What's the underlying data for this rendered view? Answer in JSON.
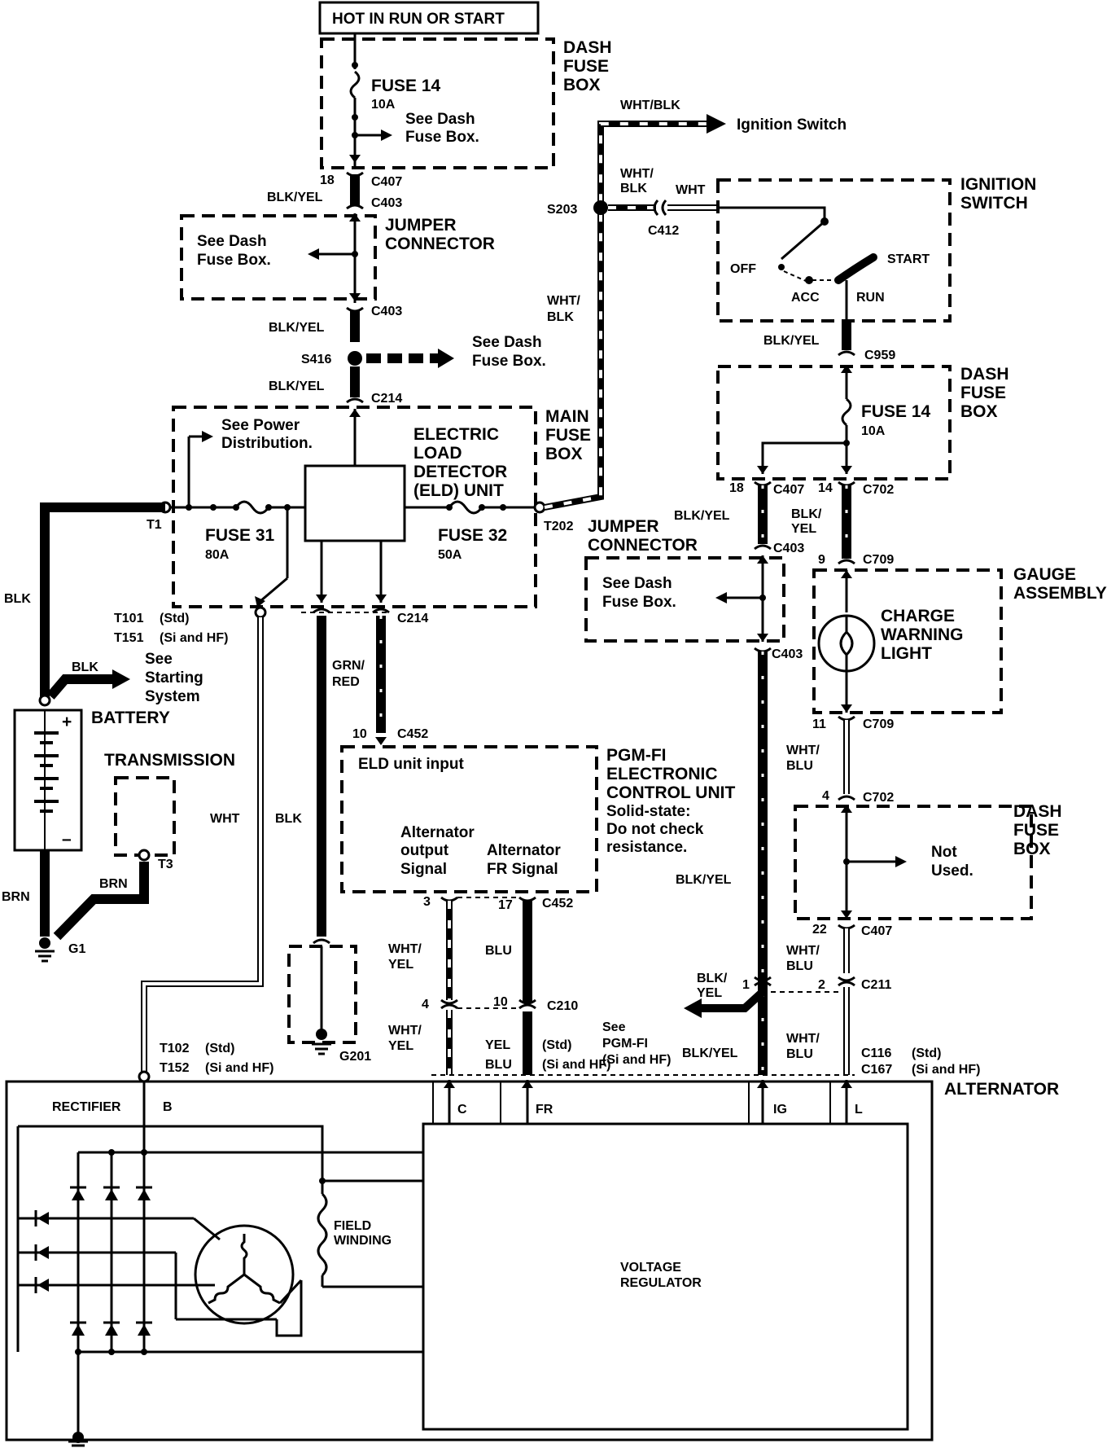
{
  "header": {
    "hot_label": "HOT IN RUN OR START"
  },
  "labels": {
    "dash_fuse_box": [
      "DASH",
      "FUSE",
      "BOX"
    ],
    "main_fuse_box": [
      "MAIN",
      "FUSE",
      "BOX"
    ],
    "ignition_switch_title": [
      "IGNITION",
      "SWITCH"
    ],
    "jumper_connector": [
      "JUMPER",
      "CONNECTOR"
    ],
    "eld_unit": [
      "ELECTRIC",
      "LOAD",
      "DETECTOR",
      "(ELD) UNIT"
    ],
    "pgmfi_ecu": [
      "PGM-FI",
      "ELECTRONIC",
      "CONTROL UNIT"
    ],
    "ecu_note": [
      "Solid-state:",
      "Do not check",
      "resistance."
    ],
    "gauge_assembly": [
      "GAUGE",
      "ASSEMBLY"
    ],
    "charge_warning_light": [
      "CHARGE",
      "WARNING",
      "LIGHT"
    ],
    "alternator": "ALTERNATOR",
    "voltage_regulator": [
      "VOLTAGE",
      "REGULATOR"
    ],
    "field_winding": [
      "FIELD",
      "WINDING"
    ],
    "rectifier": "RECTIFIER",
    "battery": "BATTERY",
    "transmission": "TRANSMISSION",
    "see_dash_fuse_box": [
      "See Dash",
      "Fuse Box."
    ],
    "see_power_distribution": [
      "See Power",
      "Distribution."
    ],
    "see_starting_system": [
      "See",
      "Starting",
      "System"
    ],
    "see_pgmfi": [
      "See",
      "PGM-FI",
      "(Si and HF)"
    ],
    "not_used": [
      "Not",
      "Used."
    ],
    "ignition_switch_arrow": "Ignition Switch",
    "eld_unit_input": "ELD unit input",
    "alt_output_signal": [
      "Alternator",
      "output",
      "Signal"
    ],
    "alt_fr_signal": [
      "Alternator",
      "FR Signal"
    ],
    "switch_positions": {
      "off": "OFF",
      "acc": "ACC",
      "run": "RUN",
      "start": "START"
    },
    "regulator_terminals": {
      "c": "C",
      "fr": "FR",
      "ig": "IG",
      "l": "L",
      "b": "B"
    },
    "battery_plus": "+",
    "battery_minus": "–"
  },
  "fuses": {
    "fuse14_top": {
      "name": "FUSE 14",
      "rating": "10A"
    },
    "fuse14_right": {
      "name": "FUSE 14",
      "rating": "10A"
    },
    "fuse31": {
      "name": "FUSE 31",
      "rating": "80A"
    },
    "fuse32": {
      "name": "FUSE 32",
      "rating": "50A"
    }
  },
  "wires": {
    "blk_yel": "BLK/YEL",
    "wht_blk": "WHT/BLK",
    "wht_blk_split": [
      "WHT/",
      "BLK"
    ],
    "wht": "WHT",
    "blk": "BLK",
    "brn": "BRN",
    "grn_red": [
      "GRN/",
      "RED"
    ],
    "wht_yel": [
      "WHT/",
      "YEL"
    ],
    "blu": "BLU",
    "yel": "YEL",
    "blk_yel_split": [
      "BLK/",
      "YEL"
    ],
    "wht_blu": [
      "WHT/",
      "BLU"
    ]
  },
  "connectors": {
    "c407": "C407",
    "c403": "C403",
    "c214": "C214",
    "c412": "C412",
    "c959": "C959",
    "c702": "C702",
    "c709": "C709",
    "c452": "C452",
    "c210": "C210",
    "c211": "C211",
    "c116": "C116",
    "c167": "C167",
    "s416": "S416",
    "s203": "S203",
    "t1": "T1",
    "t3": "T3",
    "t202": "T202",
    "t101": "T101",
    "t151": "T151",
    "t102": "T102",
    "t152": "T152",
    "g1": "G1",
    "g201": "G201",
    "std": "(Std)",
    "si_hf": "(Si and HF)"
  },
  "pins": {
    "p18a": "18",
    "p18b": "18",
    "p14": "14",
    "p9": "9",
    "p11": "11",
    "p4a": "4",
    "p22": "22",
    "p2": "2",
    "p1": "1",
    "p10a": "10",
    "p3": "3",
    "p17": "17",
    "p4b": "4",
    "p10b": "10"
  }
}
